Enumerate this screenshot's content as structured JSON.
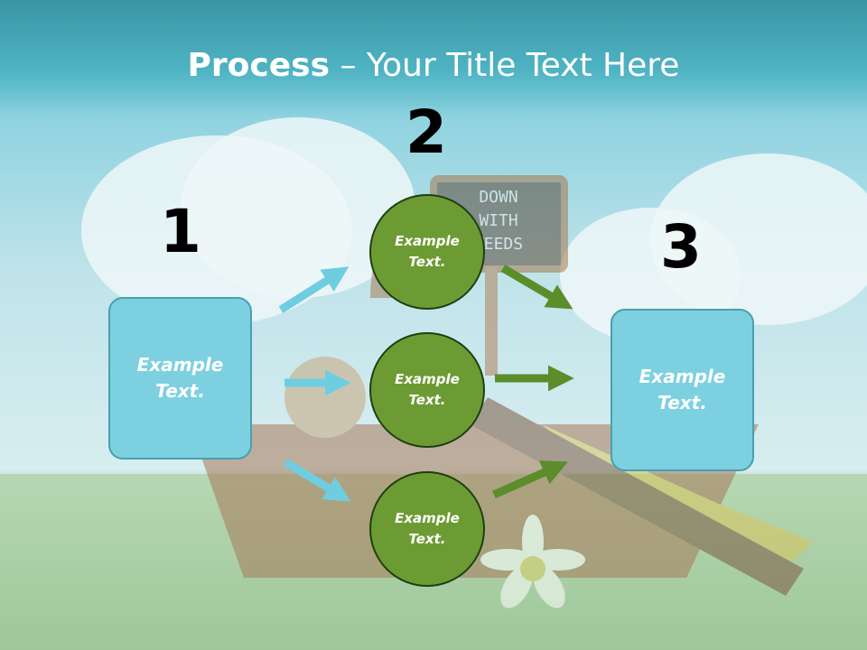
{
  "slide": {
    "title_bold": "Process",
    "title_rest": " – Your Title Text Here"
  },
  "steps": {
    "n1": "1",
    "n2": "2",
    "n3": "3"
  },
  "left_box": {
    "text": "Example\nText."
  },
  "right_box": {
    "text": "Example\nText."
  },
  "circles": [
    {
      "text": "Example\nText."
    },
    {
      "text": "Example\nText."
    },
    {
      "text": "Example\nText."
    }
  ],
  "background_sign": {
    "text": "DOWN\nWITH\nWEEDS"
  },
  "colors": {
    "header": "#4fb3c3",
    "box_fill": "#7dd0e0",
    "circle_fill": "#6d9b33",
    "arrow_blue": "#6fcde0",
    "arrow_green": "#5b8d2b"
  }
}
